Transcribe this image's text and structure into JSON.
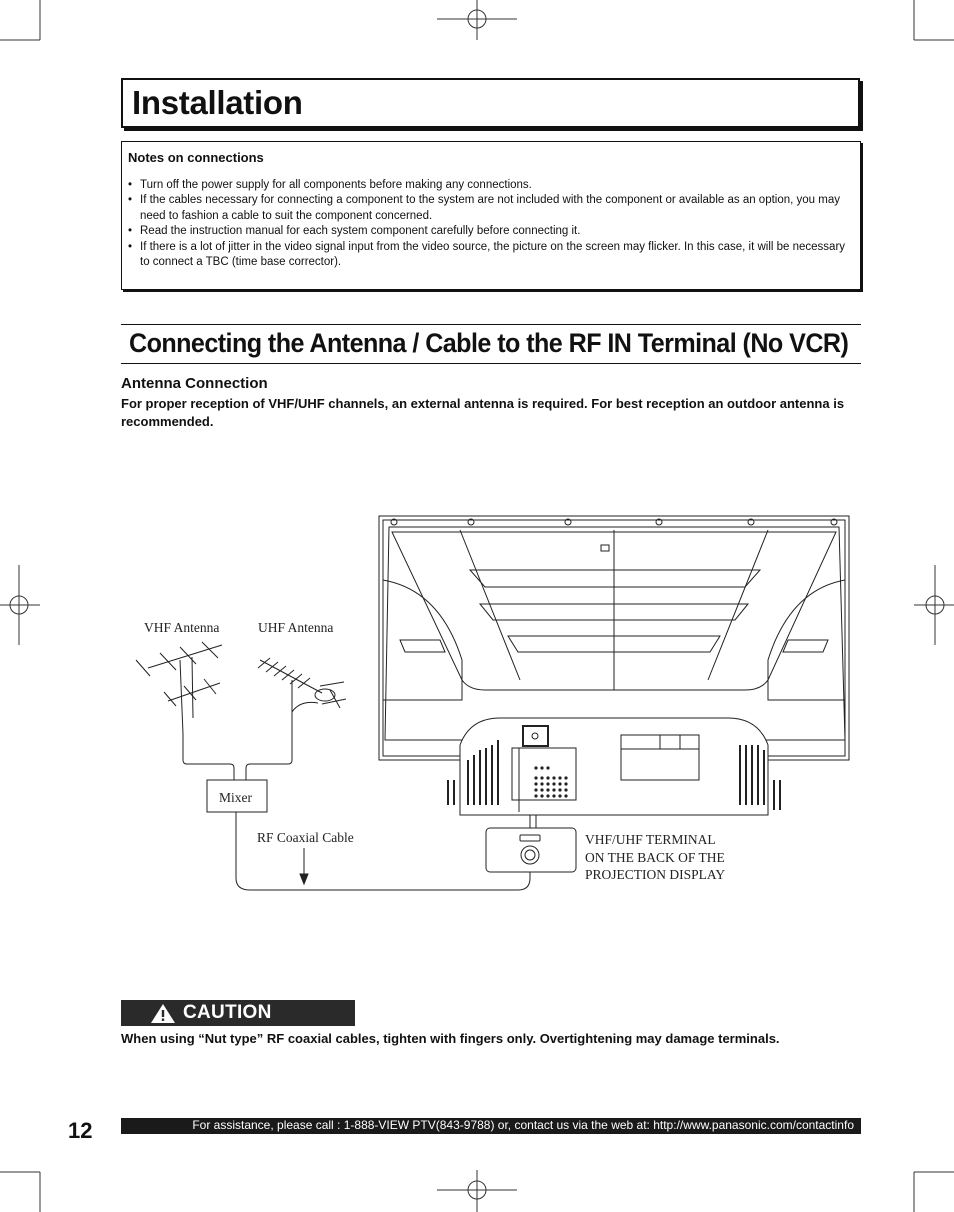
{
  "page": {
    "title": "Installation",
    "page_number": "12"
  },
  "notes": {
    "title": "Notes on connections",
    "items": [
      "Turn off the power supply for all components before making any connections.",
      "If the cables necessary for connecting a component to the system are not included with the component or available as an option, you may need to fashion a cable to suit the component concerned.",
      "Read the instruction manual for each system component carefully before connecting it.",
      "If there is a lot of jitter in the video signal input from the video source, the picture on the screen may flicker. In this case, it will be necessary to connect a TBC (time base corrector)."
    ]
  },
  "section": {
    "heading": "Connecting the Antenna / Cable to the RF IN Terminal (No VCR)",
    "subheading": "Antenna Connection",
    "intro": "For proper reception of VHF/UHF channels, an external antenna is required. For best reception an outdoor antenna is recommended."
  },
  "diagram": {
    "vhf_label": "VHF Antenna",
    "uhf_label": "UHF Antenna",
    "mixer_label": "Mixer",
    "cable_label": "RF Coaxial Cable",
    "terminal_label_lines": [
      "VHF/UHF TERMINAL",
      "ON THE BACK OF THE",
      "PROJECTION DISPLAY"
    ]
  },
  "caution": {
    "label": "CAUTION",
    "text": "When using “Nut type” RF coaxial cables, tighten with fingers only. Overtightening may damage terminals."
  },
  "footer": {
    "text": "For assistance, please call : 1-888-VIEW PTV(843-9788) or, contact us via the web at: http://www.panasonic.com/contactinfo"
  }
}
